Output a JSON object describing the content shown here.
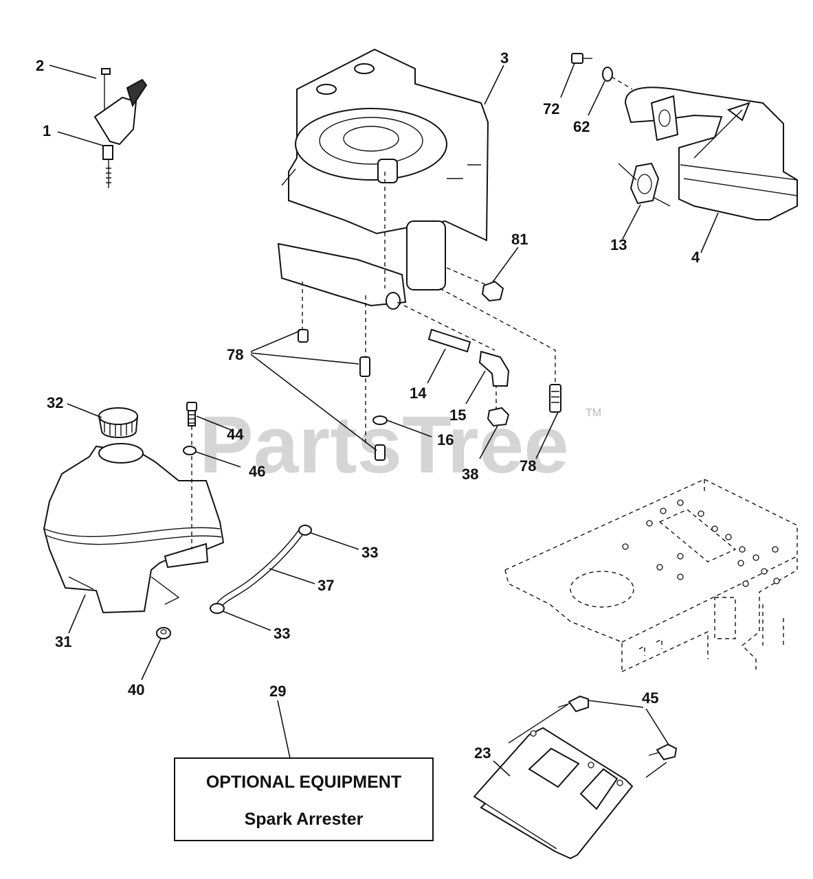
{
  "watermark": {
    "text": "PartsTree",
    "tm": "TM"
  },
  "optional_box": {
    "title": "OPTIONAL EQUIPMENT",
    "subtitle": "Spark Arrester"
  },
  "callouts": {
    "c1": "1",
    "c2": "2",
    "c3": "3",
    "c4": "4",
    "c13": "13",
    "c14": "14",
    "c15": "15",
    "c16": "16",
    "c23": "23",
    "c29": "29",
    "c31": "31",
    "c32": "32",
    "c33a": "33",
    "c33b": "33",
    "c37": "37",
    "c38": "38",
    "c40": "40",
    "c44": "44",
    "c45": "45",
    "c46": "46",
    "c62": "62",
    "c72": "72",
    "c78a": "78",
    "c78b": "78",
    "c81": "81"
  },
  "colors": {
    "line": "#111111",
    "watermark": "#c8c8c8",
    "background": "#ffffff"
  }
}
